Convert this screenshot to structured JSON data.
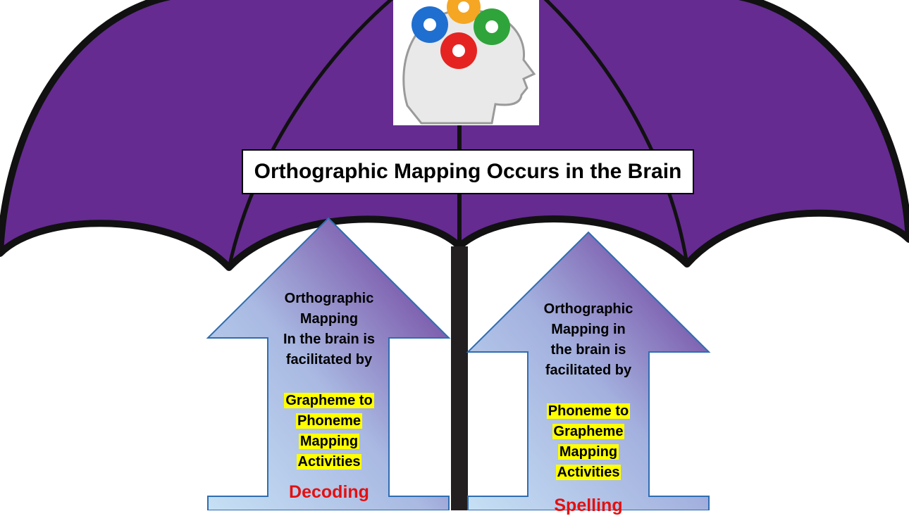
{
  "title": "Orthographic Mapping Occurs in the Brain",
  "colors": {
    "umbrella": "#652b91",
    "arrow_light": "#b7d7ef",
    "arrow_dark": "#6a2d9a",
    "highlight": "#ffff00",
    "emphasis_red": "#e31010"
  },
  "logo": {
    "icon": "brain-gears-icon"
  },
  "left_arrow": {
    "intro": [
      "Orthographic",
      "Mapping",
      "In the brain is",
      "facilitated by"
    ],
    "highlight": [
      "Grapheme to",
      "Phoneme",
      "Mapping",
      "Activities"
    ],
    "bottom": "Decoding"
  },
  "right_arrow": {
    "intro": [
      "Orthographic",
      "Mapping in",
      "the brain is",
      "facilitated by"
    ],
    "highlight": [
      "Phoneme to",
      "Grapheme",
      "Mapping",
      "Activities"
    ],
    "bottom": "Spelling"
  }
}
